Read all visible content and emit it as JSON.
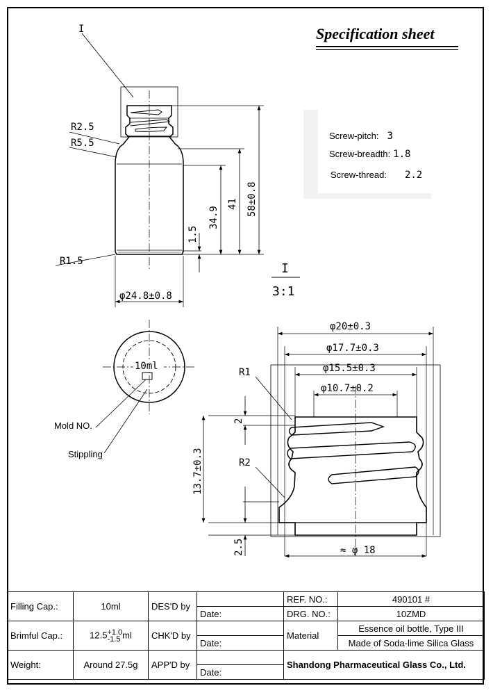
{
  "title": "Specification sheet",
  "spec": {
    "pitch_label": "Screw-pitch:",
    "pitch_value": "3",
    "breadth_label": "Screw-breadth:",
    "breadth_value": "1.8",
    "thread_label": "Screw-thread:",
    "thread_value": "2.2"
  },
  "drawing": {
    "detail_ref": "I",
    "detail_scale": "3:1",
    "r25": "R2.5",
    "r55": "R5.5",
    "r15": "R1.5",
    "dim_1_5": "1.5",
    "dim_34_9": "34.9",
    "dim_41": "41",
    "dim_58": "58±0.8",
    "dim_dia_body": "φ24.8±0.8",
    "bottom_mark": "10ml",
    "mold_label": "Mold NO.",
    "stippling_label": "Stippling",
    "neck": {
      "d20": "φ20±0.3",
      "d177": "φ17.7±0.3",
      "d155": "φ15.5±0.3",
      "d107": "φ10.7±0.2",
      "r1": "R1",
      "r2": "R2",
      "h2": "2",
      "h137": "13.7±0.3",
      "h25": "2.5",
      "d18": "≈ φ 18"
    }
  },
  "titleblock": {
    "filling_label": "Filling Cap.:",
    "filling_value": "10ml",
    "brimful_label": "Brimful Cap.:",
    "brimful_value": "12.5",
    "brimful_plus": "+1.0",
    "brimful_minus": "-1.5",
    "brimful_unit": "ml",
    "weight_label": "Weight:",
    "weight_value": "Around 27.5g",
    "des_label": "DES'D by",
    "chk_label": "CHK'D by",
    "app_label": "APP'D by",
    "date_label": "Date:",
    "ref_label": "REF. NO.:",
    "ref_value": "490101 #",
    "drg_label": "DRG. NO.:",
    "drg_value": "10ZMD",
    "material_label": "Material",
    "material_value1": "Essence oil bottle, Type III",
    "material_value2": "Made of Soda-lime Silica Glass",
    "company": "Shandong Pharmaceutical Glass Co., Ltd."
  }
}
